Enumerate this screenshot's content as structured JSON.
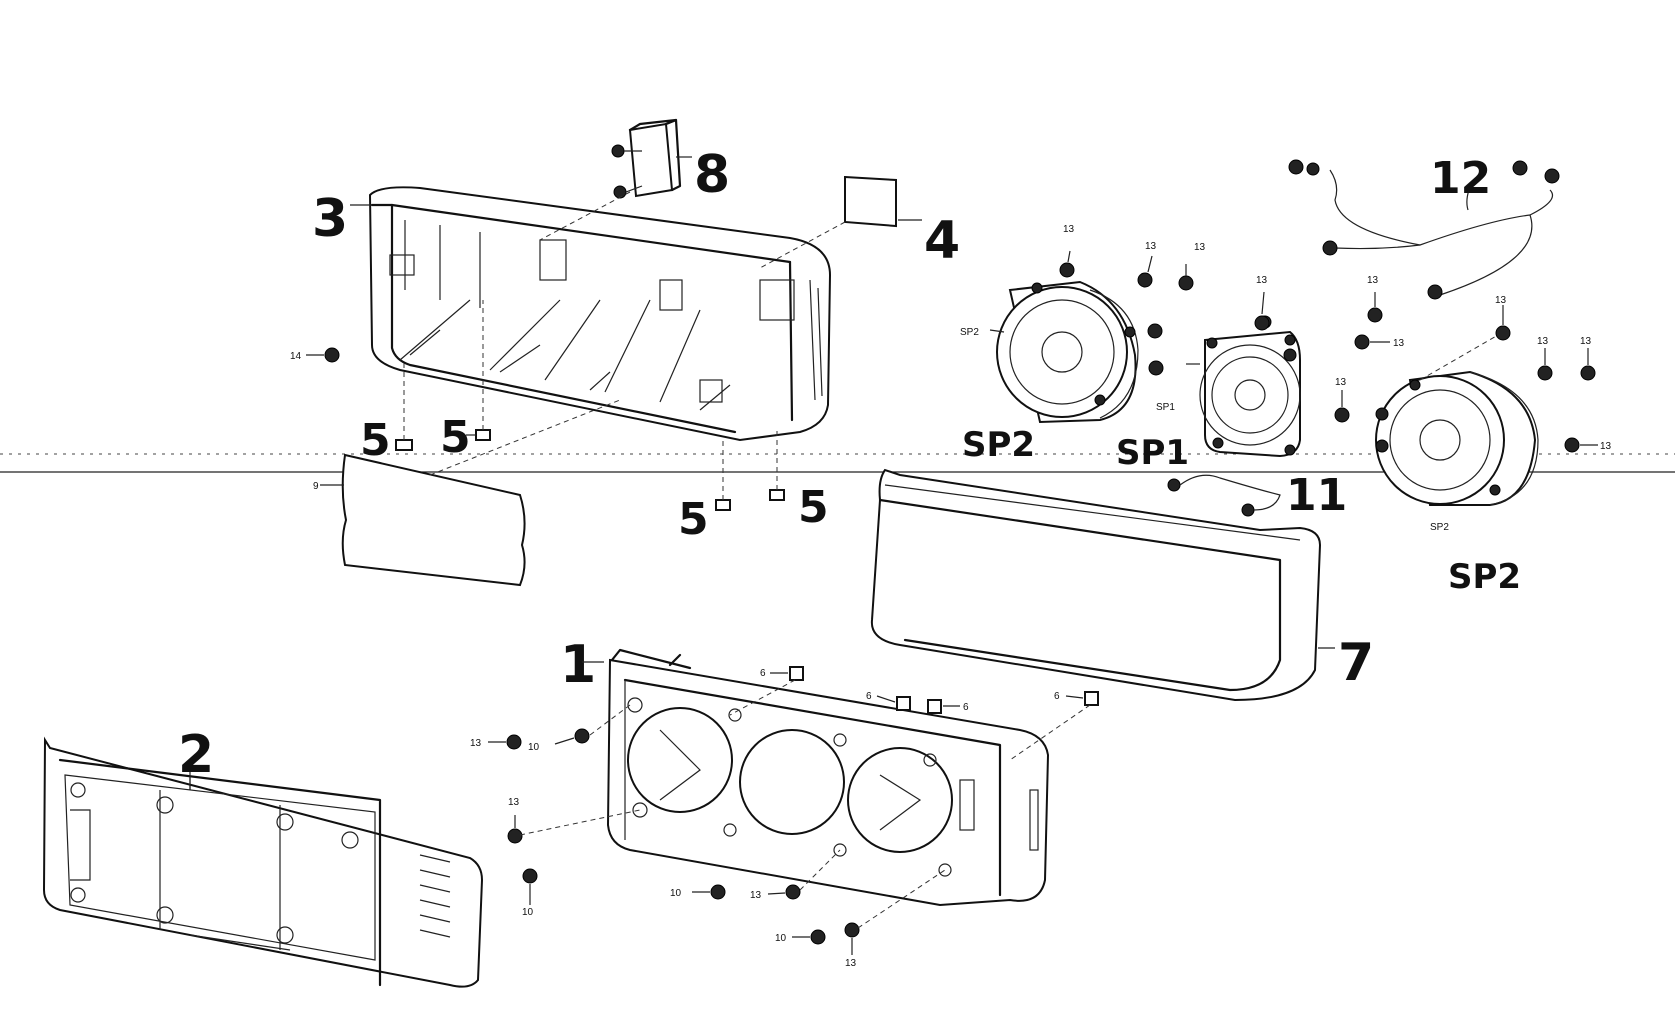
{
  "callouts": {
    "p1": "1",
    "p2": "2",
    "p3": "3",
    "p4": "4",
    "p5": "5",
    "p6": "6",
    "p7": "7",
    "p8": "8",
    "p9": "9",
    "p10": "10",
    "p11": "11",
    "p12": "12",
    "p13": "13",
    "p14": "14",
    "sp1": "SP1",
    "sp2": "SP2"
  },
  "handwritten": {
    "sp1": "SP1",
    "sp2": "SP2"
  }
}
